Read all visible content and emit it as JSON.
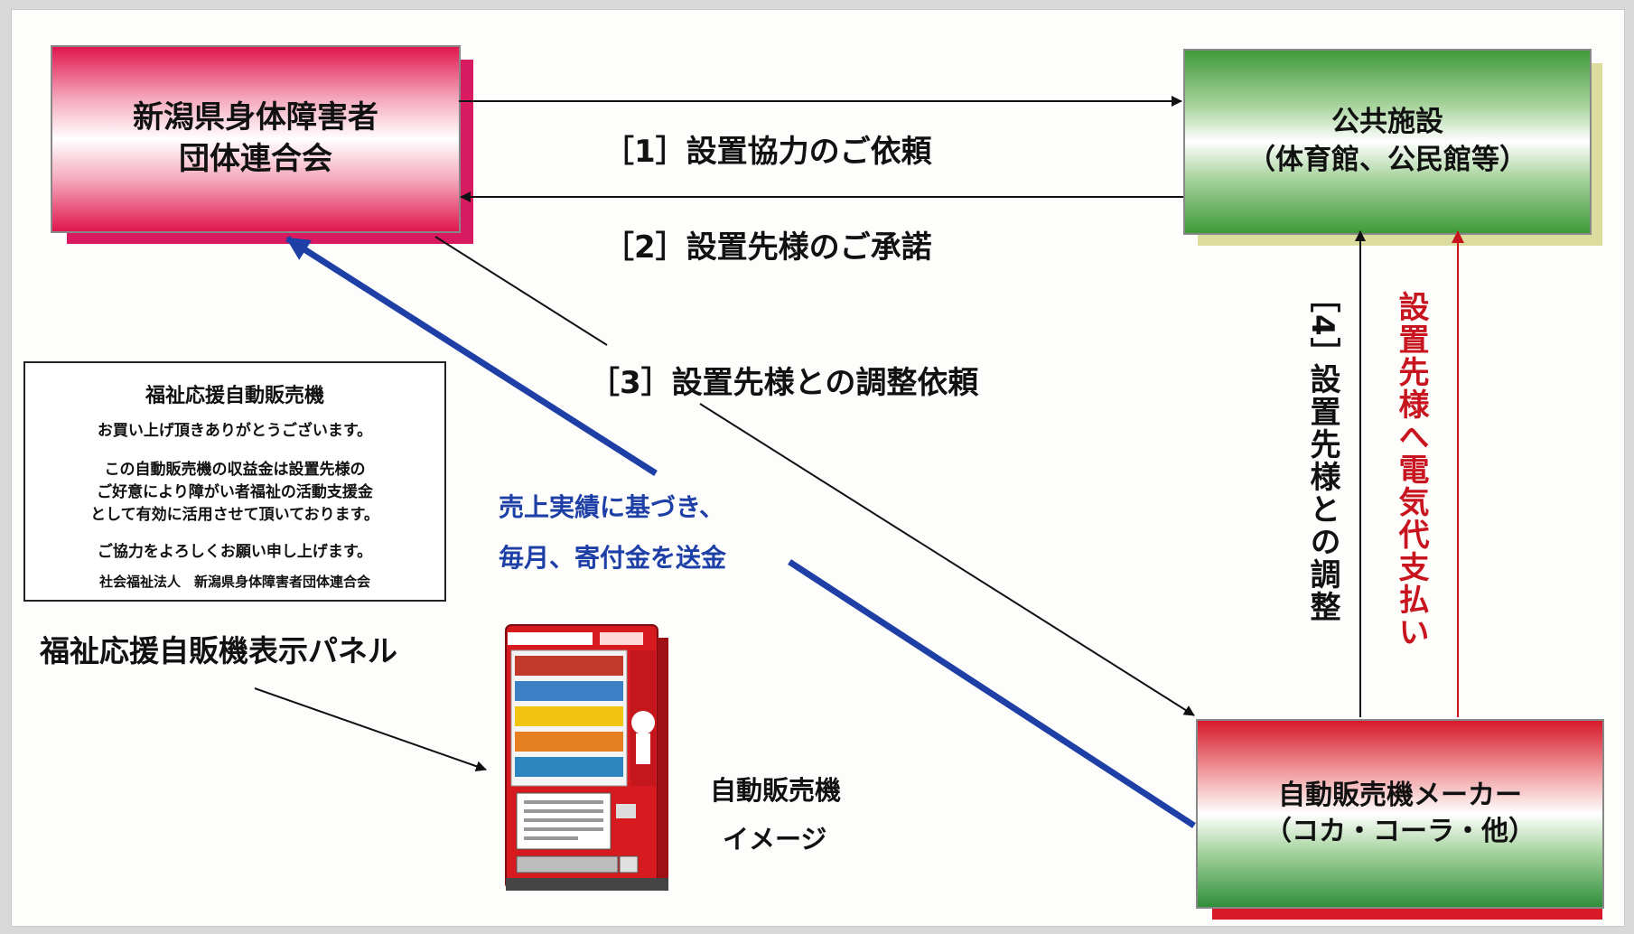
{
  "entities": {
    "federation": {
      "line1": "新潟県身体障害者",
      "line2": "団体連合会"
    },
    "facility": {
      "line1": "公共施設",
      "line2": "（体育館、公民館等）"
    },
    "maker": {
      "line1": "自動販売機メーカー",
      "line2": "（コカ・コーラ・他）"
    }
  },
  "steps": {
    "step1": "［1］設置協力のご依頼",
    "step2": "［2］設置先様のご承諾",
    "step3": "［3］設置先様との調整依頼",
    "step4_bracket": "［4］",
    "step4_text": "設置先様との調整",
    "electricity": "設置先様へ電気代支払い"
  },
  "donation": {
    "line1": "売上実績に基づき、",
    "line2": "毎月、寄付金を送金"
  },
  "panel": {
    "title": "福祉応援自動販売機",
    "thanks": "お買い上げ頂きありがとうございます。",
    "body1": "この自動販売機の収益金は設置先様の",
    "body2": "ご好意により障がい者福祉の活動支援金",
    "body3": "として有効に活用させて頂いております。",
    "request": "ご協力をよろしくお願い申し上げます。",
    "signature": "社会福祉法人　新潟県身体障害者団体連合会"
  },
  "panel_caption": "福祉応援自販機表示パネル",
  "machine_caption": {
    "line1": "自動販売機",
    "line2": "イメージ"
  },
  "colors": {
    "red_box": "#e0164e",
    "green_box": "#3f9a3a",
    "donation_arrow": "#1d3fa6",
    "electricity_arrow": "#c8141e",
    "shadow_pink": "#d81b60",
    "shadow_khaki": "#dcdc9e"
  }
}
